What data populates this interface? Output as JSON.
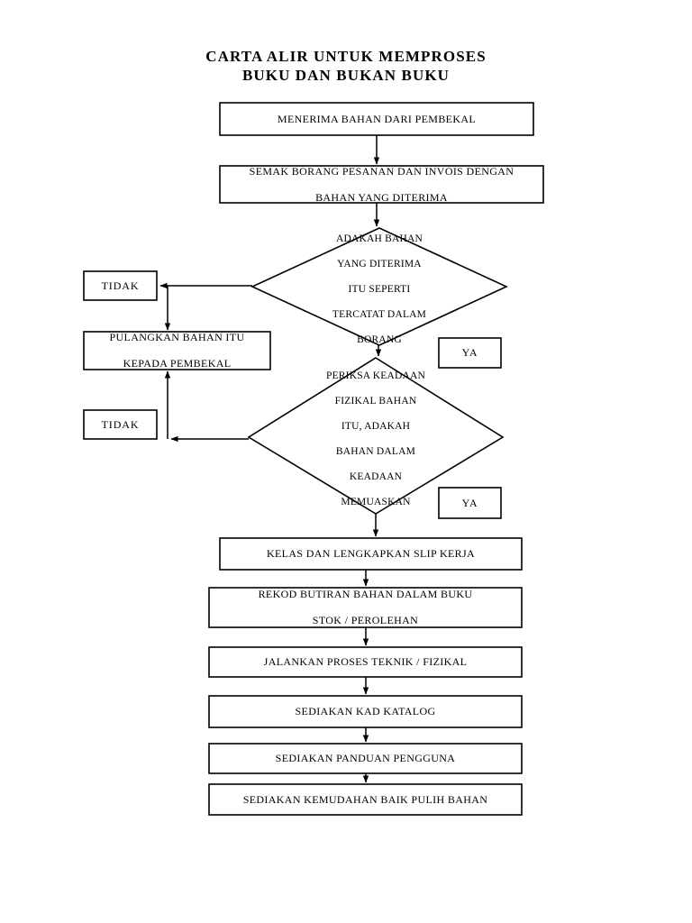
{
  "document": {
    "title_line1": "CARTA  ALIR  UNTUK  MEMPROSES",
    "title_line2": "BUKU  DAN BUKAN  BUKU"
  },
  "colors": {
    "stroke": "#000000",
    "background": "#ffffff",
    "text": "#000000"
  },
  "chart_data": {
    "type": "diagram",
    "diagram_kind": "flowchart",
    "title": "CARTA ALIR UNTUK MEMPROSES BUKU DAN BUKAN BUKU",
    "nodes": [
      {
        "id": "n1",
        "shape": "rect",
        "text": "MENERIMA BAHAN DARI PEMBEKAL"
      },
      {
        "id": "n2",
        "shape": "rect",
        "text": "SEMAK BORANG PESANAN DAN INVOIS DENGAN BAHAN YANG DITERIMA"
      },
      {
        "id": "d1",
        "shape": "diamond",
        "text": "ADAKAH BAHAN YANG DITERIMA ITU SEPERTI TERCATAT DALAM BORANG"
      },
      {
        "id": "t1",
        "shape": "rect",
        "text": "TIDAK"
      },
      {
        "id": "y1",
        "shape": "rect",
        "text": "YA"
      },
      {
        "id": "p1",
        "shape": "rect",
        "text": "PULANGKAN BAHAN ITU KEPADA PEMBEKAL"
      },
      {
        "id": "d2",
        "shape": "diamond",
        "text": "PERIKSA KEADAAN FIZIKAL BAHAN ITU, ADAKAH BAHAN DALAM KEADAAN MEMUASKAN"
      },
      {
        "id": "t2",
        "shape": "rect",
        "text": "TIDAK"
      },
      {
        "id": "y2",
        "shape": "rect",
        "text": "YA"
      },
      {
        "id": "n5",
        "shape": "rect",
        "text": "KELAS DAN LENGKAPKAN SLIP KERJA"
      },
      {
        "id": "n6",
        "shape": "rect",
        "text": "REKOD BUTIRAN BAHAN DALAM BUKU STOK / PEROLEHAN"
      },
      {
        "id": "n7",
        "shape": "rect",
        "text": "JALANKAN PROSES TEKNIK / FIZIKAL"
      },
      {
        "id": "n8",
        "shape": "rect",
        "text": "SEDIAKAN KAD KATALOG"
      },
      {
        "id": "n9",
        "shape": "rect",
        "text": "SEDIAKAN PANDUAN PENGGUNA"
      },
      {
        "id": "n10",
        "shape": "rect",
        "text": "SEDIAKAN KEMUDAHAN BAIK PULIH BAHAN"
      }
    ],
    "edges": [
      {
        "from": "n1",
        "to": "n2",
        "label": ""
      },
      {
        "from": "n2",
        "to": "d1",
        "label": ""
      },
      {
        "from": "d1",
        "to": "t1",
        "label": "TIDAK"
      },
      {
        "from": "t1",
        "to": "p1",
        "label": ""
      },
      {
        "from": "d1",
        "to": "d2",
        "label": "YA"
      },
      {
        "from": "d2",
        "to": "t2",
        "label": "TIDAK"
      },
      {
        "from": "t2",
        "to": "p1",
        "label": ""
      },
      {
        "from": "d2",
        "to": "n5",
        "label": "YA"
      },
      {
        "from": "n5",
        "to": "n6",
        "label": ""
      },
      {
        "from": "n6",
        "to": "n7",
        "label": ""
      },
      {
        "from": "n7",
        "to": "n8",
        "label": ""
      },
      {
        "from": "n8",
        "to": "n9",
        "label": ""
      },
      {
        "from": "n9",
        "to": "n10",
        "label": ""
      }
    ]
  },
  "nodes": {
    "n1": {
      "line1": "MENERIMA BAHAN DARI PEMBEKAL"
    },
    "n2": {
      "line1": "SEMAK BORANG PESANAN DAN INVOIS DENGAN",
      "line2": "BAHAN YANG DITERIMA"
    },
    "d1": {
      "line1": "ADAKAH BAHAN",
      "line2": "YANG DITERIMA",
      "line3": "ITU SEPERTI",
      "line4": "TERCATAT DALAM",
      "line5": "BORANG"
    },
    "t1": {
      "line1": "TIDAK"
    },
    "y1": {
      "line1": "YA"
    },
    "p1": {
      "line1": "PULANGKAN BAHAN ITU",
      "line2": "KEPADA PEMBEKAL"
    },
    "d2": {
      "line1": "PERIKSA KEADAAN",
      "line2": "FIZIKAL BAHAN",
      "line3": "ITU, ADAKAH",
      "line4": "BAHAN DALAM",
      "line5": "KEADAAN",
      "line6": "MEMUASKAN"
    },
    "t2": {
      "line1": "TIDAK"
    },
    "y2": {
      "line1": "YA"
    },
    "n5": {
      "line1": "KELAS DAN LENGKAPKAN SLIP KERJA"
    },
    "n6": {
      "line1": "REKOD BUTIRAN BAHAN DALAM BUKU",
      "line2": "STOK / PEROLEHAN"
    },
    "n7": {
      "line1": "JALANKAN PROSES TEKNIK / FIZIKAL"
    },
    "n8": {
      "line1": "SEDIAKAN KAD KATALOG"
    },
    "n9": {
      "line1": "SEDIAKAN PANDUAN PENGGUNA"
    },
    "n10": {
      "line1": "SEDIAKAN KEMUDAHAN BAIK PULIH BAHAN"
    }
  }
}
